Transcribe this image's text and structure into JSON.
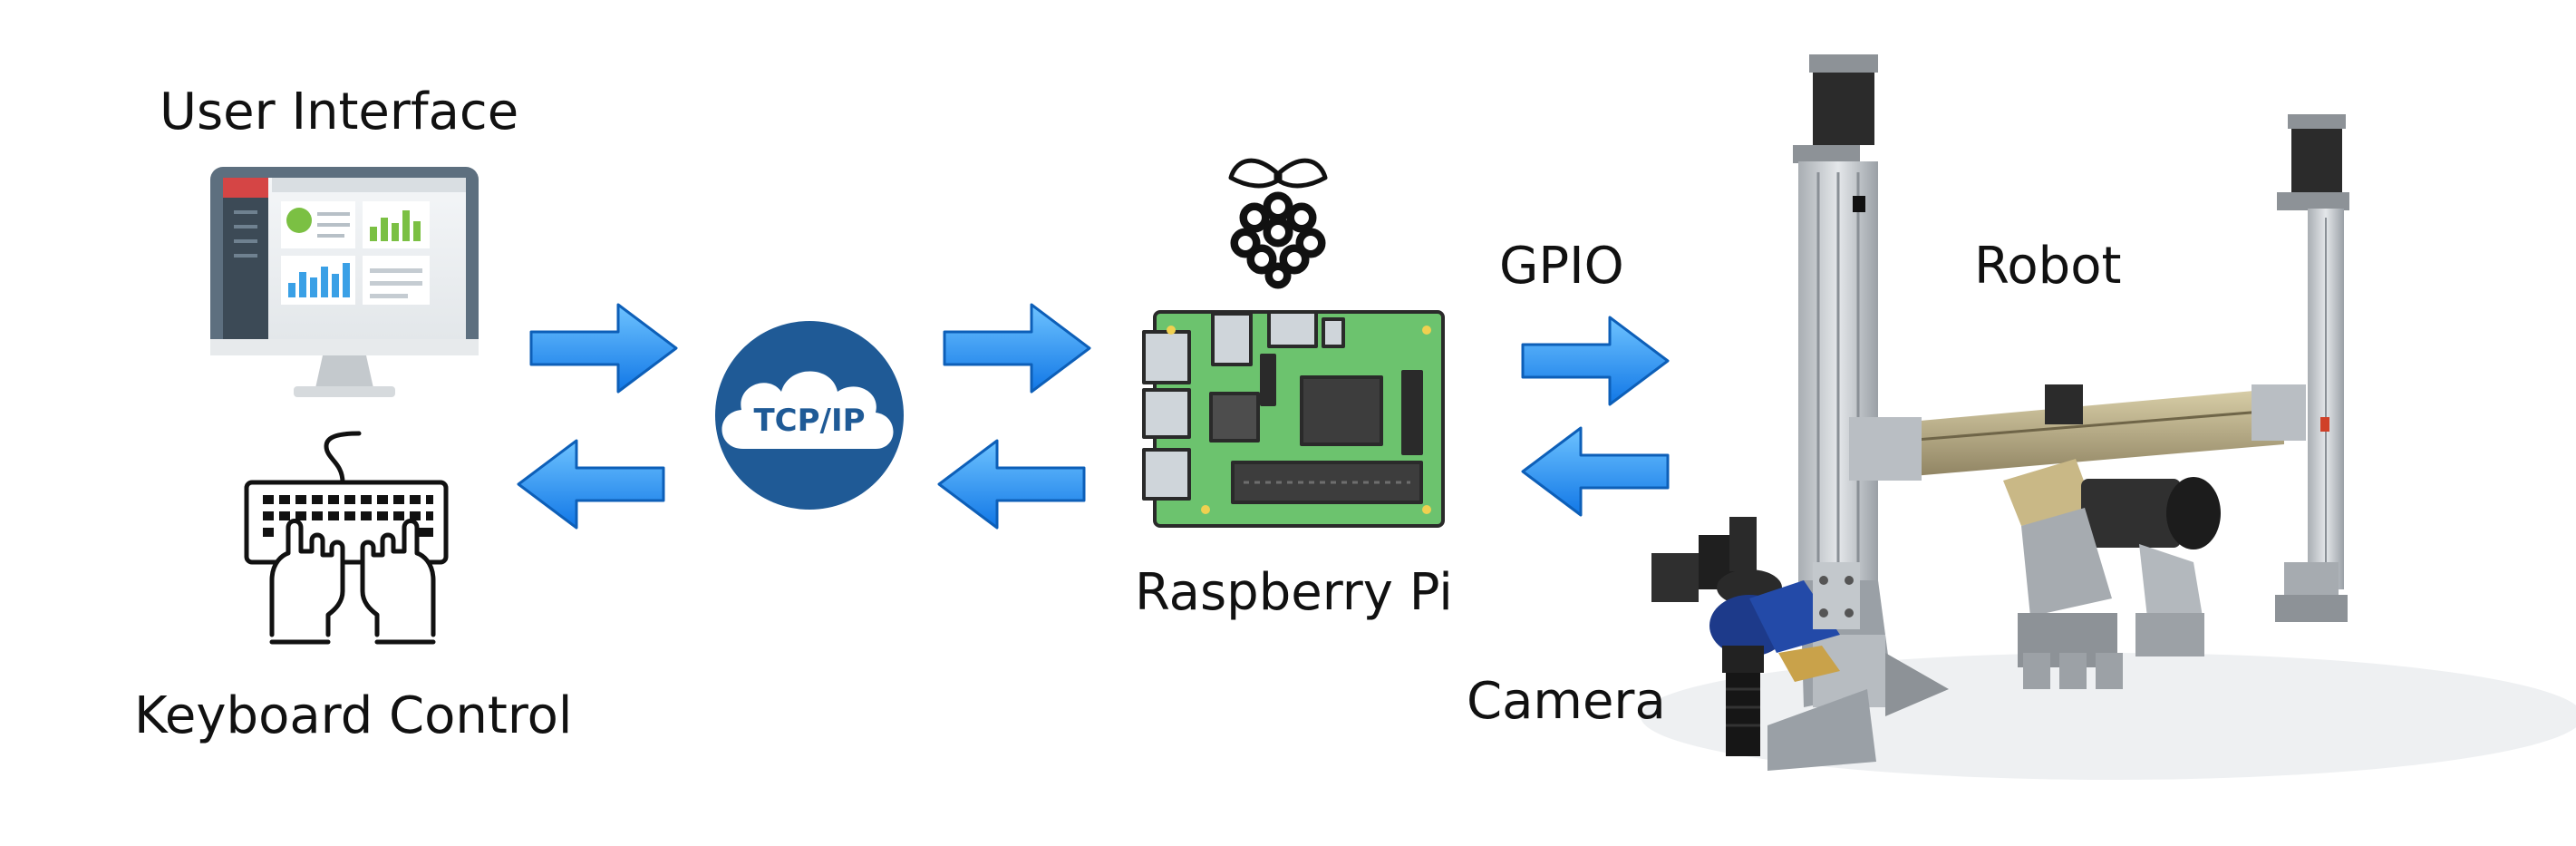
{
  "diagram": {
    "nodes": {
      "user_interface": {
        "label": "User Interface",
        "icon": "monitor-dashboard-icon"
      },
      "keyboard_control": {
        "label": "Keyboard Control",
        "icon": "keyboard-hands-icon"
      },
      "tcp_ip": {
        "label": "TCP/IP",
        "icon": "cloud-network-icon"
      },
      "raspberry_pi": {
        "label": "Raspberry Pi",
        "icon": "raspberry-pi-board-icon"
      },
      "gpio": {
        "label": "GPIO"
      },
      "robot": {
        "label": "Robot",
        "icon": "gantry-robot-illustration"
      },
      "camera": {
        "label": "Camera",
        "icon": "camera-illustration"
      }
    },
    "arrows": [
      {
        "from": "user_interface",
        "to": "tcp_ip",
        "direction": "right"
      },
      {
        "from": "tcp_ip",
        "to": "keyboard_control",
        "direction": "left"
      },
      {
        "from": "tcp_ip",
        "to": "raspberry_pi",
        "direction": "right"
      },
      {
        "from": "raspberry_pi",
        "to": "tcp_ip",
        "direction": "left"
      },
      {
        "from": "raspberry_pi",
        "to": "robot",
        "direction": "right"
      },
      {
        "from": "robot",
        "to": "raspberry_pi",
        "direction": "left"
      }
    ],
    "colors": {
      "arrow": "#1e90ff",
      "arrow_light": "#6ec3ff",
      "tcp_cloud": "#1f5a96",
      "pcb": "#6cc36e",
      "raspberry": "#c51a4a",
      "aluminium": "#c8ccd0",
      "gold_rail": "#b5a77d"
    }
  }
}
